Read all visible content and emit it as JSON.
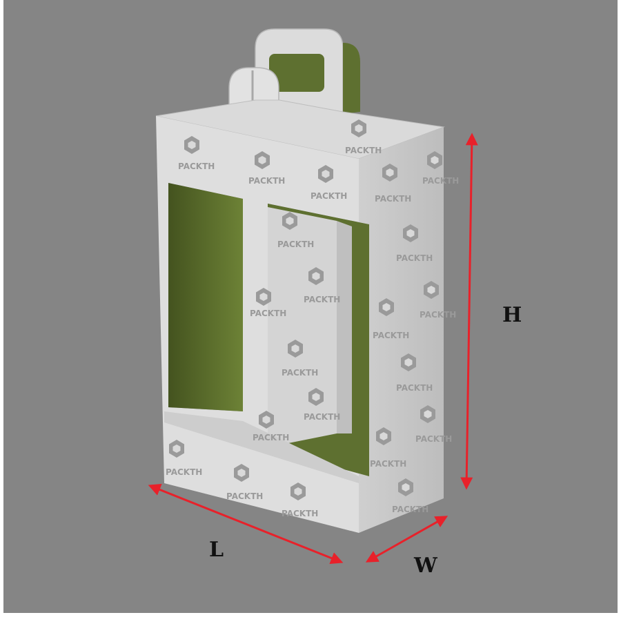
{
  "brand": {
    "name": "PACKTH",
    "logo": "packth-cube-logo"
  },
  "dimensions": {
    "height": "H",
    "length": "L",
    "width": "W"
  },
  "colors": {
    "background": "#858585",
    "board_white": "#d9d9d9",
    "board_shade": "#c4c4c4",
    "interior_green": "#5e7030",
    "arrow_red": "#e8212a",
    "brand_mark": "#9a9a9a"
  }
}
